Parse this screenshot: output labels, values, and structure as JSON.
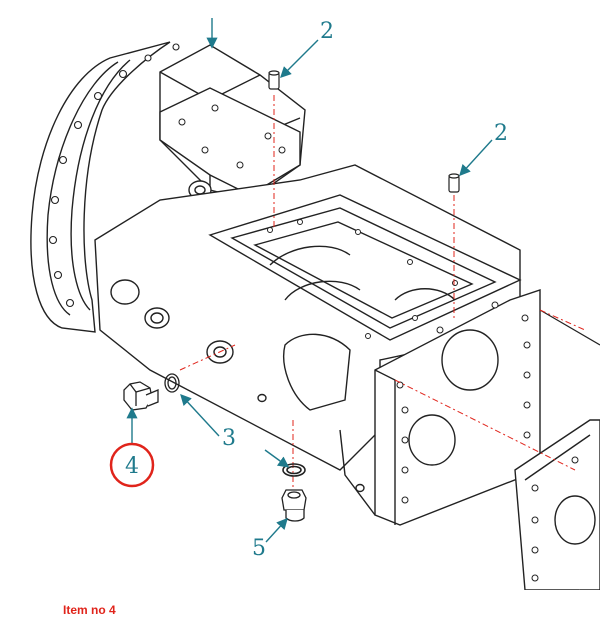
{
  "diagram": {
    "callouts": [
      {
        "id": "callout-2-top",
        "label": "2"
      },
      {
        "id": "callout-2-right",
        "label": "2"
      },
      {
        "id": "callout-3",
        "label": "3"
      },
      {
        "id": "callout-4",
        "label": "4"
      },
      {
        "id": "callout-5",
        "label": "5"
      }
    ],
    "highlighted_item": "4"
  },
  "caption": {
    "text": "Item no 4"
  },
  "colors": {
    "caption": "#e0241b",
    "callout_text": "#1f7a8c",
    "highlight_circle": "#e0241b",
    "center_lines": "#e0241b",
    "line_art": "#222222"
  }
}
